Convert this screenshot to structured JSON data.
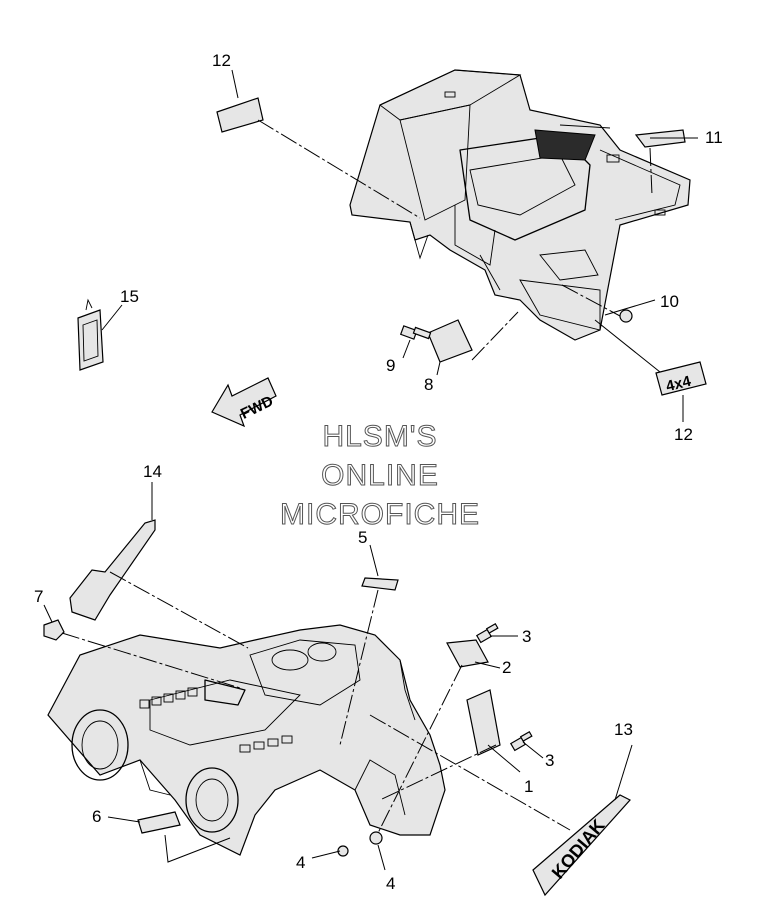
{
  "watermark": {
    "line1": "HLSM'S",
    "line2": "ONLINE",
    "line3": "MICROFICHE"
  },
  "direction_arrow": {
    "label": "FWD"
  },
  "decals": {
    "four_by_four": "4x4",
    "kodiak": "KODIAK"
  },
  "callouts": {
    "c1": "1",
    "c2": "2",
    "c3a": "3",
    "c3b": "3",
    "c4a": "4",
    "c4b": "4",
    "c5": "5",
    "c6": "6",
    "c7": "7",
    "c8": "8",
    "c9": "9",
    "c10": "10",
    "c11": "11",
    "c12a": "12",
    "c12b": "12",
    "c13": "13",
    "c14": "14",
    "c15": "15"
  }
}
